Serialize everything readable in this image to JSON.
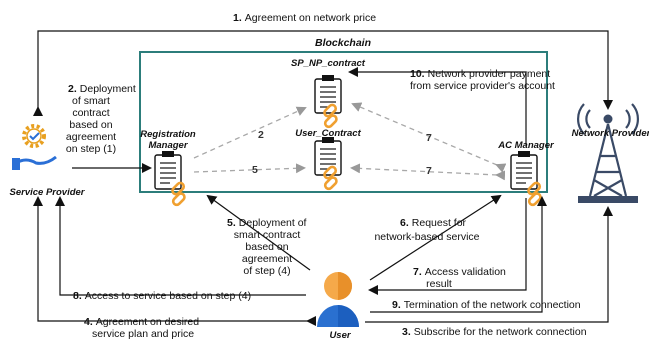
{
  "blockchain": {
    "title": "Blockchain",
    "sp_np_contract": "SP_NP_contract",
    "user_contract": "User_Contract",
    "registration_manager": [
      "Registration",
      "Manager"
    ],
    "ac_manager": "AC Manager"
  },
  "actors": {
    "service_provider": "Service Provider",
    "network_provider": "Network Provider",
    "user": "User"
  },
  "dashed_numbers": {
    "reg_to_spnp": "2",
    "reg_to_user": "5",
    "ac_to_spnp": "7",
    "ac_to_user": "7"
  },
  "steps": {
    "s1": {
      "num": "1.",
      "text": "Agreement on network price"
    },
    "s2": {
      "num": "2.",
      "lines": [
        "Deployment",
        "of smart",
        "contract",
        "based on",
        "agreement",
        "on step (1)"
      ]
    },
    "s3": {
      "num": "3.",
      "text": "Subscribe for the network connection"
    },
    "s4": {
      "num": "4.",
      "line1": "Agreement on desired",
      "line2": "service plan and price"
    },
    "s5": {
      "num": "5.",
      "lines": [
        "Deployment of",
        "smart contract",
        "based on",
        "agreement",
        "of step (4)"
      ]
    },
    "s6": {
      "num": "6.",
      "lines": [
        "Request for",
        "network-based service"
      ]
    },
    "s7": {
      "num": "7.",
      "lines": [
        "Access validation",
        "result"
      ]
    },
    "s8": {
      "num": "8.",
      "text": "Access to service based on step (4)"
    },
    "s9": {
      "num": "9.",
      "text": "Termination of the network connection"
    },
    "s10": {
      "num": "10.",
      "line1": "Network provider payment",
      "line2": "from service provider's account"
    }
  },
  "colors": {
    "blockchain_border": "#2c7d7b",
    "chain_link": "#f0a030",
    "service_gear": "#e8a020",
    "service_shield": "#2a6fd6",
    "user_head": "#f5a94a",
    "user_body": "#2a70d0",
    "tower": "#3a4a66"
  }
}
